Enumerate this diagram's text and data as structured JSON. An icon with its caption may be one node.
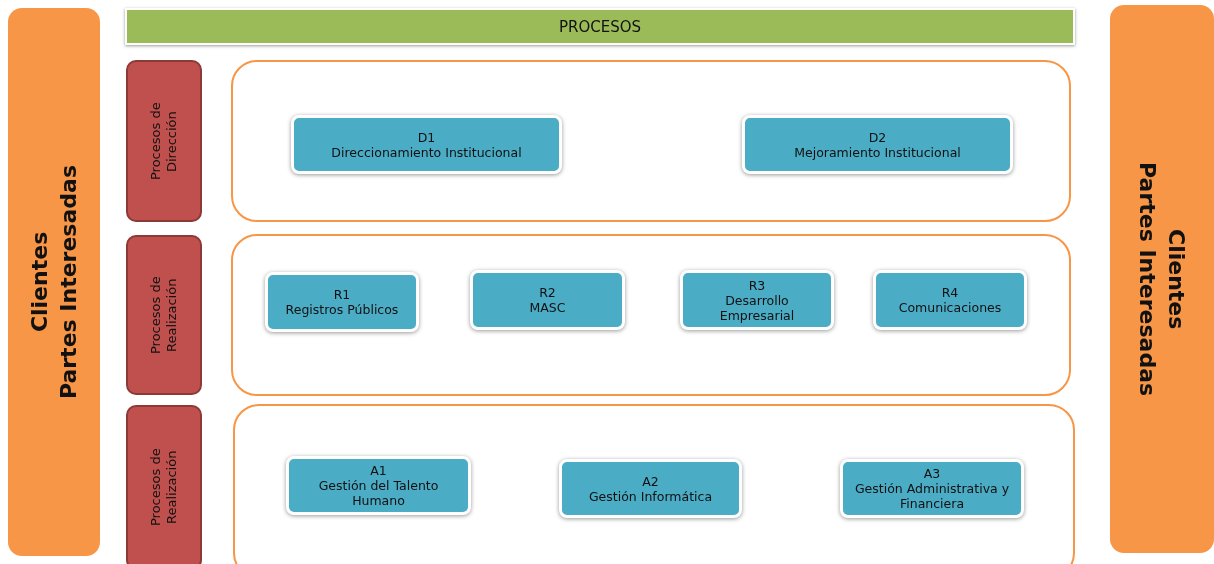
{
  "diagram": {
    "nodes": [
      {
        "text": [
          "Clientes",
          "Partes Interesadas"
        ]
      },
      {
        "text": [
          "PROCESOS"
        ]
      },
      {
        "text": [
          "Procesos de Dirección"
        ]
      },
      {
        "text": [],
        "shape": "box"
      },
      {
        "text": [
          "D1",
          "Direccionamiento Institucional"
        ],
        "in": 3
      },
      {
        "text": [
          "D2",
          "Mejoramiento Institucional"
        ],
        "in": 3
      },
      {
        "text": [
          "Procesos de Realización"
        ]
      },
      {
        "text": [],
        "shape": "box"
      },
      {
        "text": [
          "R1",
          "Registros Públicos"
        ],
        "in": 7
      },
      {
        "text": [
          "R2",
          "MASC"
        ],
        "in": 7
      },
      {
        "text": [
          "R3",
          "Desarrollo Empresarial"
        ],
        "in": 7
      },
      {
        "text": [
          "R4",
          "Comunicaciones"
        ],
        "in": 7
      },
      {
        "text": [
          "Procesos de Realización"
        ]
      },
      {
        "text": [],
        "shape": "box"
      },
      {
        "text": [
          "A1",
          "Gestión del Talento Humano"
        ],
        "in": 13
      },
      {
        "text": [
          "A2",
          "Gestión Informática"
        ],
        "in": 13
      },
      {
        "text": [
          "A3",
          "Gestión Administrativa y Financiera"
        ],
        "in": 13
      },
      {
        "text": [
          "Clientes",
          "Partes Interesadas"
        ]
      }
    ],
    "edges": []
  }
}
